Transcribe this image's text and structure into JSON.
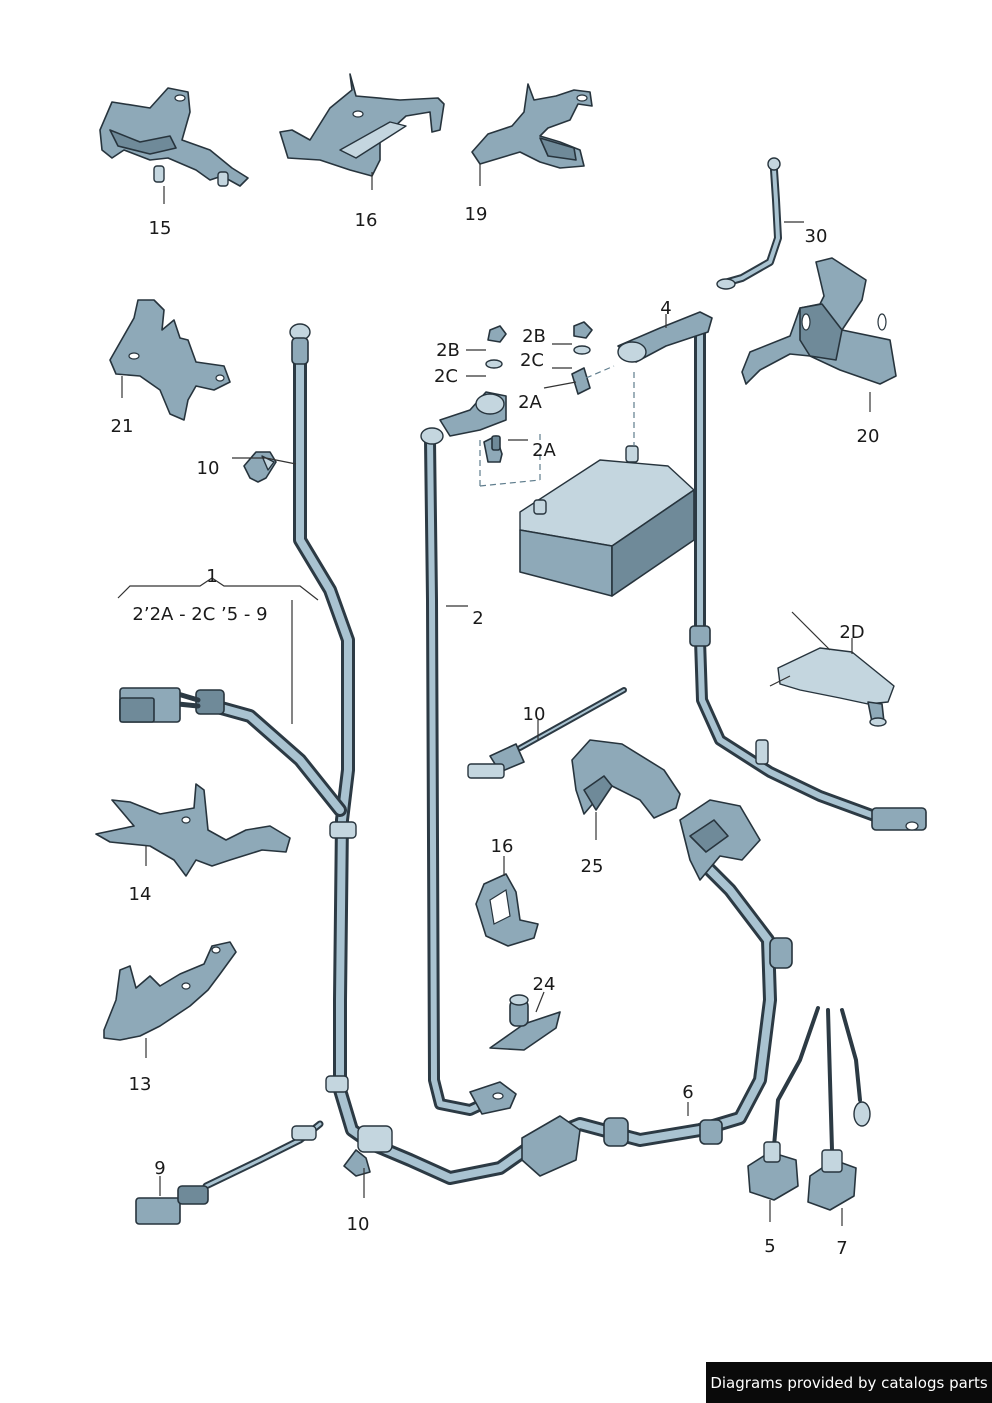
{
  "labels": {
    "l1": "1",
    "l1_sub": "2’2A - 2C  ’5 - 9",
    "l2": "2",
    "l2A_a": "2A",
    "l2A_b": "2A",
    "l2B_a": "2B",
    "l2B_b": "2B",
    "l2C_a": "2C",
    "l2C_b": "2C",
    "l2D": "2D",
    "l4": "4",
    "l5": "5",
    "l6": "6",
    "l7": "7",
    "l9": "9",
    "l10_a": "10",
    "l10_b": "10",
    "l10_c": "10",
    "l13": "13",
    "l14": "14",
    "l15": "15",
    "l16_a": "16",
    "l16_b": "16",
    "l19": "19",
    "l20": "20",
    "l21": "21",
    "l24": "24",
    "l25": "25",
    "l30": "30"
  },
  "footer": {
    "credit": "Diagrams provided by catalogs parts"
  },
  "colors": {
    "part_fill": "#8ea9b8",
    "outline": "#27343d",
    "footer_bg": "#0a0a0a"
  }
}
